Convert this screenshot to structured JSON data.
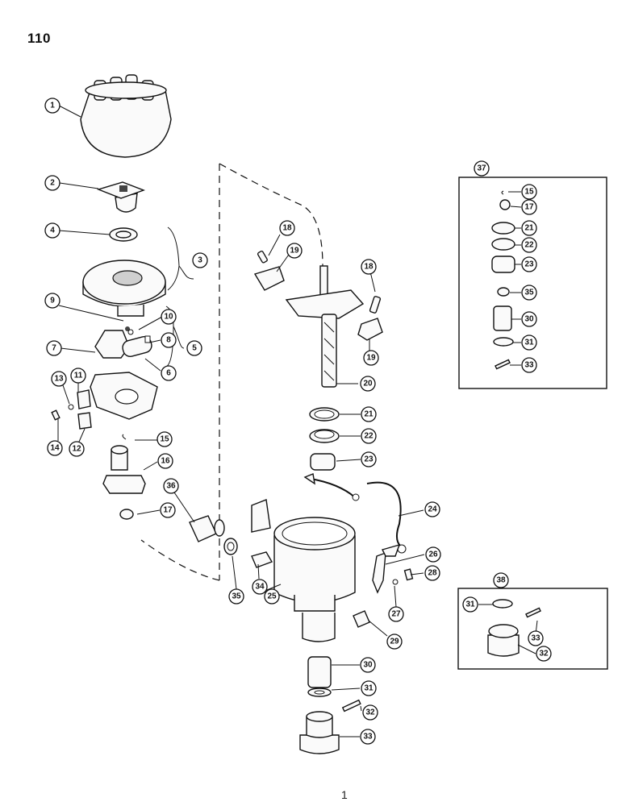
{
  "page": {
    "number": "110",
    "footer_mark": "1"
  },
  "callouts": [
    {
      "id": "c1",
      "label": "1"
    },
    {
      "id": "c2",
      "label": "2"
    },
    {
      "id": "c3",
      "label": "3"
    },
    {
      "id": "c4",
      "label": "4"
    },
    {
      "id": "c5",
      "label": "5"
    },
    {
      "id": "c6",
      "label": "6"
    },
    {
      "id": "c7",
      "label": "7"
    },
    {
      "id": "c8",
      "label": "8"
    },
    {
      "id": "c9",
      "label": "9"
    },
    {
      "id": "c10",
      "label": "10"
    },
    {
      "id": "c11",
      "label": "11"
    },
    {
      "id": "c12",
      "label": "12"
    },
    {
      "id": "c13",
      "label": "13"
    },
    {
      "id": "c14",
      "label": "14"
    },
    {
      "id": "c15",
      "label": "15"
    },
    {
      "id": "c16",
      "label": "16"
    },
    {
      "id": "c17",
      "label": "17"
    },
    {
      "id": "c18a",
      "label": "18"
    },
    {
      "id": "c19a",
      "label": "19"
    },
    {
      "id": "c18b",
      "label": "18"
    },
    {
      "id": "c19b",
      "label": "19"
    },
    {
      "id": "c20",
      "label": "20"
    },
    {
      "id": "c21",
      "label": "21"
    },
    {
      "id": "c22",
      "label": "22"
    },
    {
      "id": "c23",
      "label": "23"
    },
    {
      "id": "c24",
      "label": "24"
    },
    {
      "id": "c25",
      "label": "25"
    },
    {
      "id": "c26",
      "label": "26"
    },
    {
      "id": "c27",
      "label": "27"
    },
    {
      "id": "c28",
      "label": "28"
    },
    {
      "id": "c29",
      "label": "29"
    },
    {
      "id": "c30",
      "label": "30"
    },
    {
      "id": "c31",
      "label": "31"
    },
    {
      "id": "c32",
      "label": "32"
    },
    {
      "id": "c33",
      "label": "33"
    },
    {
      "id": "c34",
      "label": "34"
    },
    {
      "id": "c35",
      "label": "35"
    },
    {
      "id": "c36",
      "label": "36"
    },
    {
      "id": "k37",
      "label": "37"
    },
    {
      "id": "k37_15",
      "label": "15"
    },
    {
      "id": "k37_17",
      "label": "17"
    },
    {
      "id": "k37_21",
      "label": "21"
    },
    {
      "id": "k37_22",
      "label": "22"
    },
    {
      "id": "k37_23",
      "label": "23"
    },
    {
      "id": "k37_35",
      "label": "35"
    },
    {
      "id": "k37_30",
      "label": "30"
    },
    {
      "id": "k37_31",
      "label": "31"
    },
    {
      "id": "k37_33",
      "label": "33"
    },
    {
      "id": "k38",
      "label": "38"
    },
    {
      "id": "k38_31",
      "label": "31"
    },
    {
      "id": "k38_33",
      "label": "33"
    },
    {
      "id": "k38_32",
      "label": "32"
    }
  ]
}
